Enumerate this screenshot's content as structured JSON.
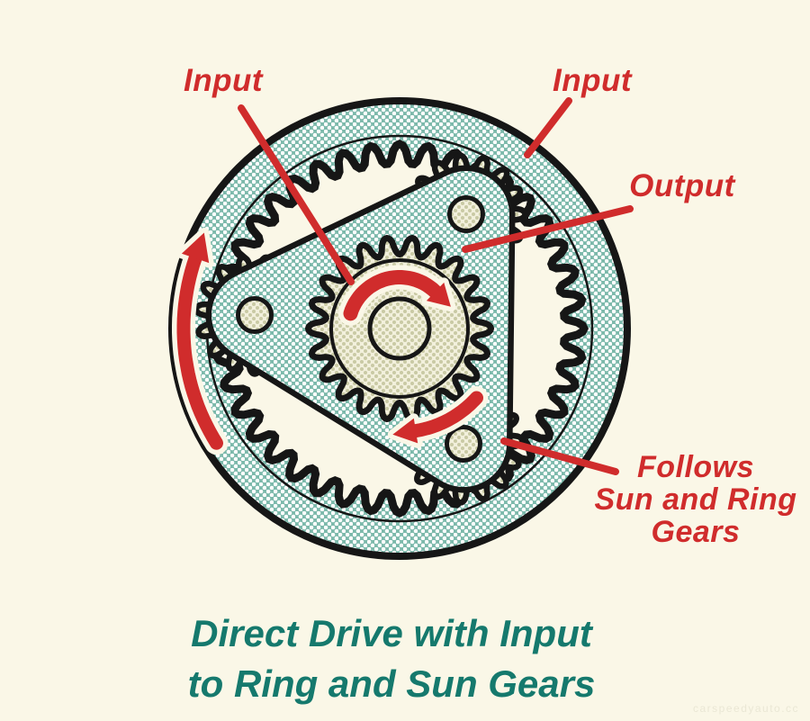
{
  "colors": {
    "background": "#faf7e7",
    "ink": "#161616",
    "ring_teal": "#7cb9ab",
    "halftone_white": "#ffffff",
    "gear_cream": "#f2f0dc",
    "gear_dot": "#c9caa4",
    "accent_red": "#d02c2c",
    "title_teal": "#15796d",
    "watermark_color": "#eae7d5"
  },
  "labels": {
    "input_left": "Input",
    "input_right": "Input",
    "output": "Output",
    "follows": "Follows\nSun and Ring\nGears"
  },
  "caption": {
    "title": "Direct Drive with Input\nto Ring and Sun Gears"
  },
  "watermark_text": "carspeedyauto.cc",
  "diagram": {
    "parts": [
      "ring-gear",
      "planet-gears",
      "planet-carrier",
      "sun-gear"
    ],
    "arrows": [
      "ring-rotation-arrow",
      "sun-rotation-arrow",
      "carrier-rotation-arrow"
    ],
    "rotation_direction": "clockwise"
  }
}
